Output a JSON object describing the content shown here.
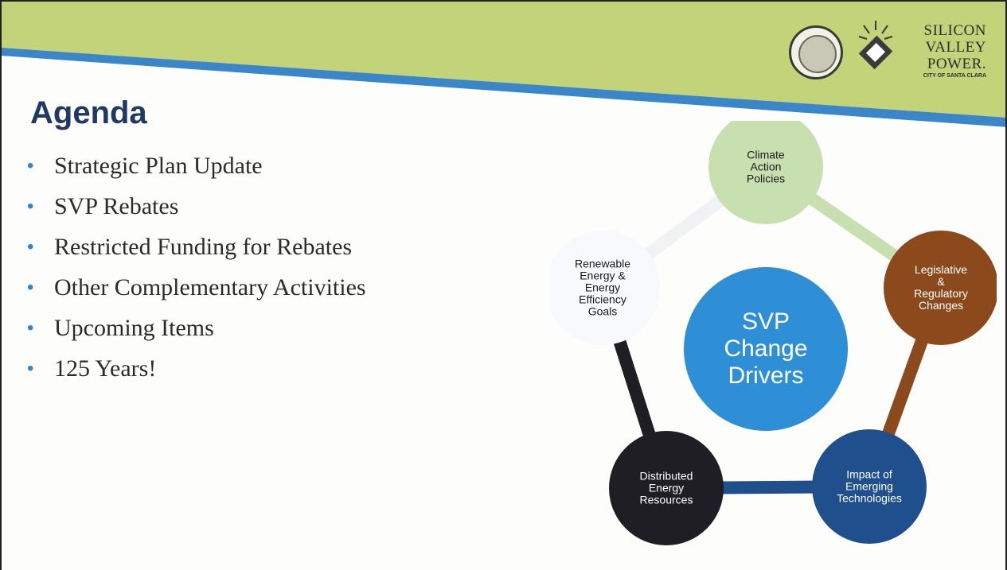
{
  "slide": {
    "title": "Agenda",
    "agenda_items": [
      "Strategic Plan Update",
      "SVP Rebates",
      "Restricted Funding for Rebates",
      "Other Complementary Activities",
      "Upcoming Items",
      "125 Years!"
    ],
    "bullet_glyph": "•"
  },
  "logos": {
    "svp_words": [
      "Silicon",
      "Valley",
      "Power."
    ],
    "svp_city": "City of Santa Clara",
    "seal_icon": "city-seal-icon",
    "brand_icon": "svp-brand-mark-icon"
  },
  "colors": {
    "header_green": "#c3d37a",
    "header_blue_line": "#3a86c8",
    "title_navy": "#1f3864",
    "bullet_blue": "#2e86d1"
  },
  "diagram": {
    "center": {
      "text": "SVP\nChange\nDrivers",
      "color": "#2f8fd6"
    },
    "nodes": [
      {
        "id": "climate",
        "text": "Climate\nAction\nPolicies",
        "fill": "#c8dfb0",
        "text_color": "#1a1a1a"
      },
      {
        "id": "legislative",
        "text": "Legislative\n&\nRegulatory\nChanges",
        "fill": "#8c4a1c",
        "text_color": "#ffffff"
      },
      {
        "id": "impact",
        "text": "Impact of\nEmerging\nTechnologies",
        "fill": "#1f4f8c",
        "text_color": "#ffffff"
      },
      {
        "id": "distributed",
        "text": "Distributed\nEnergy\nResources",
        "fill": "#1e1e24",
        "text_color": "#ffffff"
      },
      {
        "id": "renewable",
        "text": "Renewable\nEnergy &\nEnergy\nEfficiency\nGoals",
        "fill": "#f7f9fc",
        "text_color": "#1a1a1a"
      }
    ],
    "connectors": [
      {
        "from": "climate",
        "to": "legislative",
        "color": "#c8dfb0"
      },
      {
        "from": "legislative",
        "to": "impact",
        "color": "#8c4a1c"
      },
      {
        "from": "impact",
        "to": "distributed",
        "color": "#1f4f8c"
      },
      {
        "from": "distributed",
        "to": "renewable",
        "color": "#1e1e24"
      },
      {
        "from": "renewable",
        "to": "climate",
        "color": "#f0f2f4"
      }
    ]
  }
}
